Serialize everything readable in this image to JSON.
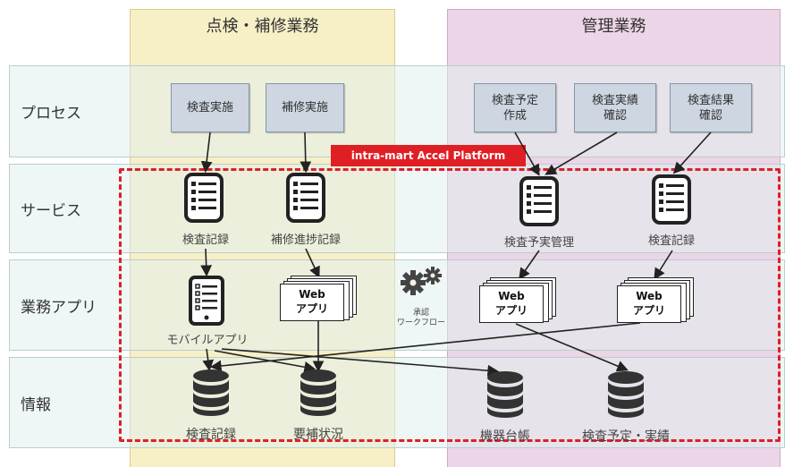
{
  "columns": {
    "left": "点検・補修業務",
    "right": "管理業務"
  },
  "rows": {
    "process": "プロセス",
    "service": "サービス",
    "app": "業務アプリ",
    "info": "情報"
  },
  "processes": {
    "kensa_jisshi": "検査実施",
    "hoshu_jisshi": "補修実施",
    "kensa_yotei": "検査予定\n作成",
    "kensa_jisseki": "検査実績\n確認",
    "kensa_kekka": "検査結果\n確認"
  },
  "platform": "intra-mart Accel Platform",
  "services": {
    "s1": "検査記録",
    "s2": "補修進捗記録",
    "s3": "検査予実管理",
    "s4": "検査記録"
  },
  "apps": {
    "mobile": "モバイルアプリ",
    "web1_line1": "Web",
    "web1_line2": "アプリ",
    "web2_line1": "Web",
    "web2_line2": "アプリ",
    "web3_line1": "Web",
    "web3_line2": "アプリ",
    "workflow": "承認\nワークフロー"
  },
  "info": {
    "d1": "検査記録",
    "d2": "要補状況",
    "d3": "機器台帳",
    "d4": "検査予定・実績"
  },
  "icons": {
    "service": "document-icon",
    "mobile": "tablet-icon",
    "web": "stacked-pages-icon",
    "workflow": "gears-icon",
    "db": "database-icon"
  },
  "colors": {
    "left_column": "#f7efc6",
    "right_column": "#ecd5e6",
    "platform": "#e01f25",
    "process_box": "#cdd6e1"
  }
}
